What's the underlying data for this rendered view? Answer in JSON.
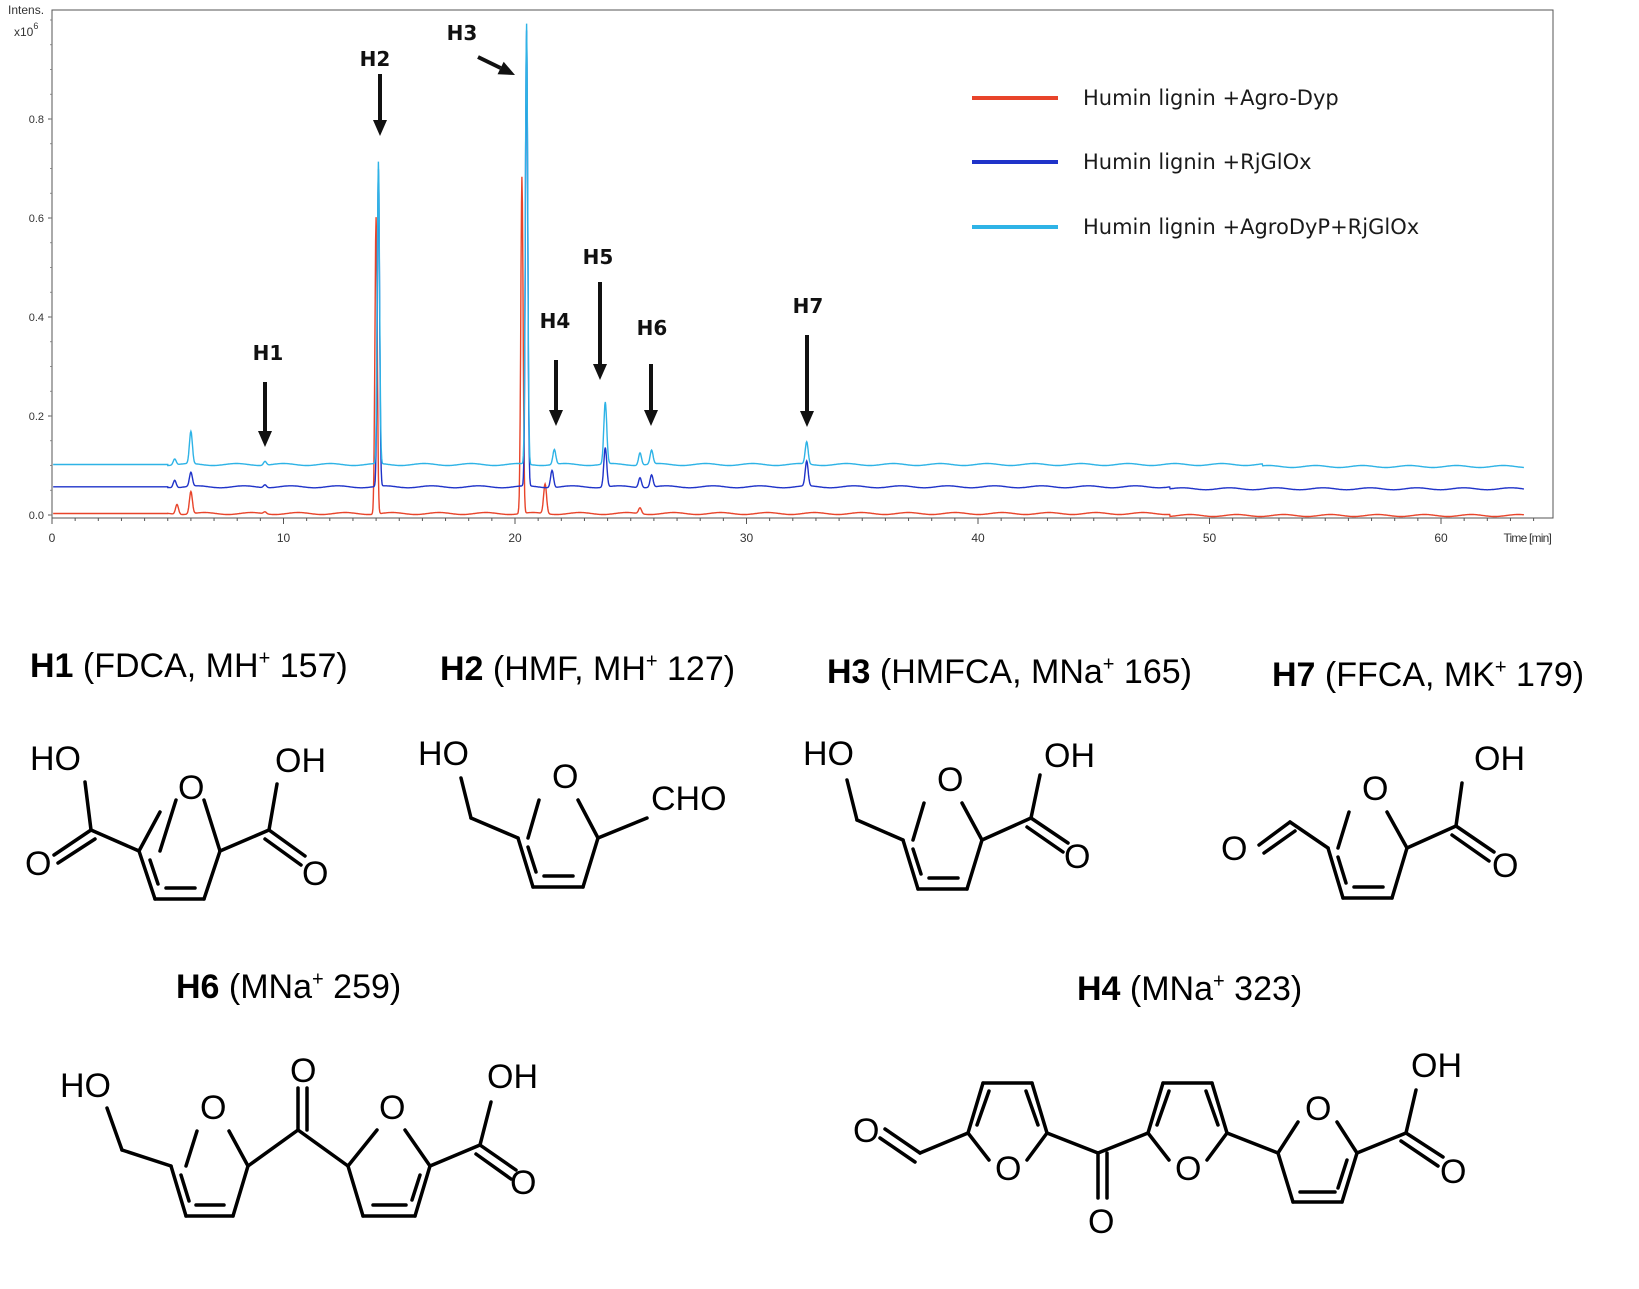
{
  "chart_data": {
    "type": "line",
    "ylabel": "Intens.",
    "yunit": "x10^6",
    "xlabel": "Time [min]",
    "xlim": [
      0,
      65
    ],
    "ylim": [
      0,
      1.0
    ],
    "xticks": [
      0,
      10,
      20,
      30,
      40,
      50,
      60
    ],
    "yticks": [
      0.0,
      0.2,
      0.4,
      0.6,
      0.8
    ],
    "ytick_labels": [
      "0.0",
      "0.2",
      "0.4",
      "0.6",
      "0.8"
    ],
    "legend_position": "top-right",
    "series": [
      {
        "name": "Humin lignin +Agro-Dyp",
        "color": "#e8442a",
        "baseline": 0.003,
        "end_drop_min": 48.3,
        "peaks": [
          [
            5.4,
            0.02
          ],
          [
            6.0,
            0.045
          ],
          [
            9.2,
            0.004
          ],
          [
            14.0,
            0.6
          ],
          [
            20.3,
            0.68
          ],
          [
            21.3,
            0.06
          ],
          [
            25.4,
            0.012
          ]
        ]
      },
      {
        "name": "Humin lignin +RjGlOx",
        "color": "#1f33c9",
        "baseline": 0.057,
        "end_drop_min": 48.3,
        "peaks": [
          [
            5.3,
            0.015
          ],
          [
            6.0,
            0.028
          ],
          [
            9.2,
            0.006
          ],
          [
            14.1,
            0.64
          ],
          [
            20.5,
            0.92
          ],
          [
            21.6,
            0.035
          ],
          [
            23.9,
            0.08
          ],
          [
            25.4,
            0.02
          ],
          [
            25.9,
            0.025
          ],
          [
            32.6,
            0.05
          ]
        ]
      },
      {
        "name": "Humin lignin +AgroDyP+RjGlOx",
        "color": "#2eb3e6",
        "baseline": 0.102,
        "end_drop_min": 52.3,
        "peaks": [
          [
            5.3,
            0.012
          ],
          [
            6.0,
            0.065
          ],
          [
            9.2,
            0.008
          ],
          [
            14.1,
            0.61
          ],
          [
            20.5,
            0.89
          ],
          [
            21.7,
            0.03
          ],
          [
            23.9,
            0.125
          ],
          [
            25.4,
            0.025
          ],
          [
            25.9,
            0.028
          ],
          [
            32.6,
            0.045
          ]
        ]
      }
    ],
    "annotations": [
      {
        "label": "H1",
        "x": 9.2
      },
      {
        "label": "H2",
        "x": 14.1
      },
      {
        "label": "H3",
        "x": 20.3
      },
      {
        "label": "H4",
        "x": 21.7
      },
      {
        "label": "H5",
        "x": 23.9
      },
      {
        "label": "H6",
        "x": 25.8
      },
      {
        "label": "H7",
        "x": 32.6
      }
    ]
  },
  "compounds": {
    "H1": {
      "id": "H1",
      "desc": " (FDCA, MH",
      "ion": "+",
      "mass": " 157)",
      "atoms": {
        "ho": "HO",
        "oh": "OH",
        "o_ring": "O",
        "o_left": "O",
        "o_right": "O"
      }
    },
    "H2": {
      "id": "H2",
      "desc": " (HMF, MH",
      "ion": "+",
      "mass": " 127)",
      "atoms": {
        "ho": "HO",
        "o_ring": "O",
        "cho": "CHO"
      }
    },
    "H3": {
      "id": "H3",
      "desc": " (HMFCA, MNa",
      "ion": "+",
      "mass": " 165)",
      "atoms": {
        "ho": "HO",
        "oh": "OH",
        "o_ring": "O",
        "o_right": "O"
      }
    },
    "H7": {
      "id": "H7",
      "desc": " (FFCA, MK",
      "ion": "+",
      "mass": " 179)",
      "atoms": {
        "oh": "OH",
        "o_ring": "O",
        "o_left": "O",
        "o_right": "O"
      }
    },
    "H6": {
      "id": "H6",
      "desc": " (MNa",
      "ion": "+",
      "mass": " 259)",
      "atoms": {
        "ho": "HO",
        "oh": "OH",
        "o_ring1": "O",
        "o_ring2": "O",
        "o_keto": "O",
        "o_acid": "O"
      }
    },
    "H4": {
      "id": "H4",
      "desc": " (MNa",
      "ion": "+",
      "mass": " 323)",
      "atoms": {
        "oh": "OH",
        "o_ring1": "O",
        "o_ring2": "O",
        "o_ring3": "O",
        "o_ald": "O",
        "o_keto": "O",
        "o_acid": "O"
      }
    }
  }
}
